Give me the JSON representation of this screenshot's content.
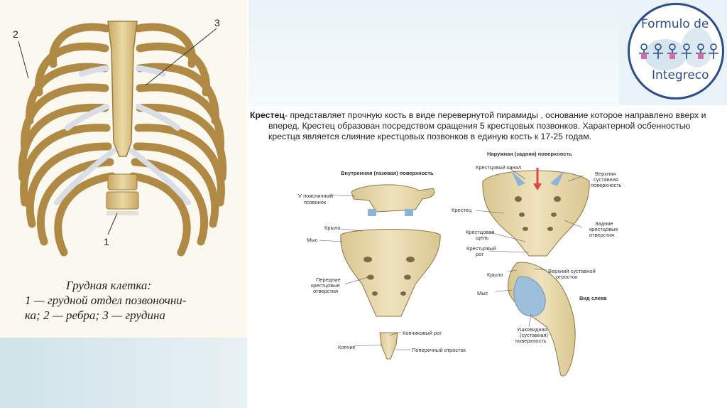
{
  "logo": {
    "line1": "Formulo de",
    "line2": "Integreco"
  },
  "ribcage": {
    "numbers": [
      "2",
      "3",
      "1"
    ],
    "caption_title": "Грудная клетка:",
    "caption_line1": "1 — грудной отдел позвоночни-",
    "caption_line2": "ка; 2 — ребра; 3 — грудина"
  },
  "text": {
    "term": "Крестец",
    "line1": "- представляет прочную кость в виде перевернутой пирамиды , основание которое направлено вверх  и",
    "line2": "вперед. Крестец образован посредством сращения  5 крестцовых позвонков. Характерной осбенностью",
    "line3": "крестца является слияние крестцовых позвонков в единую кость к 17-25 годам."
  },
  "sacrum_front": {
    "title": "Внутренняя (тазовая) поверхность",
    "l5": [
      "V поясничный",
      "позвонок"
    ],
    "wing": "Крыло",
    "promontory": "Мыс",
    "foramina": [
      "Передние",
      "крестцовые",
      "отверстия"
    ],
    "coccyx": "Копчик",
    "coccyx_horn": "Копчиковый рог",
    "transverse": "Поперечный отросток"
  },
  "sacrum_back": {
    "title": "Наружная (задняя) поверхность",
    "canal": "Крестцовый канал",
    "upper_surface": [
      "Верхняя",
      "суставная",
      "поверхность"
    ],
    "sacrum": "Крестец",
    "hiatus": [
      "Крестцовая",
      "щель"
    ],
    "horn": [
      "Крестцовый",
      "рог"
    ],
    "posterior_foramina": [
      "Задние",
      "крестцовые",
      "отверстия"
    ]
  },
  "sacrum_side": {
    "title": "Вид слева",
    "wing": "Крыло",
    "promontory": "Мыс",
    "process": [
      "Верхний суставной",
      "отросток"
    ],
    "auricular": [
      "Ушковидная",
      "(суставная)",
      "поверхность"
    ]
  },
  "colors": {
    "bone": "#e6d6a8",
    "bone_dark": "#b89a5a",
    "cartilage": "#dfe3ea",
    "articular": "#9cc0dc",
    "logo_blue": "#2b4c8c"
  }
}
